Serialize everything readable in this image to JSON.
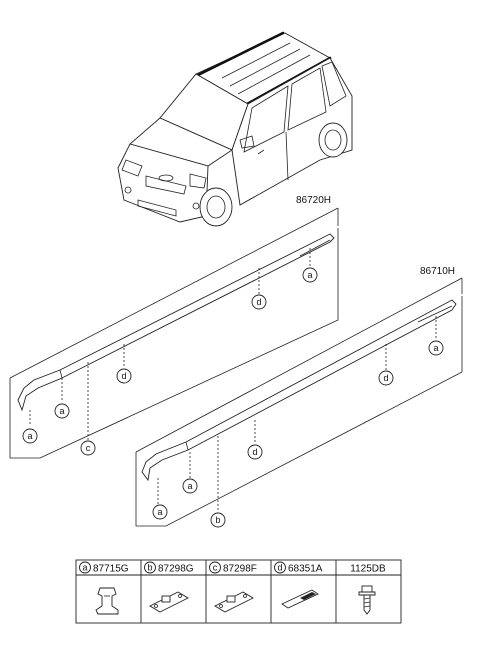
{
  "assemblies": [
    {
      "part_no": "86720H"
    },
    {
      "part_no": "86710H"
    }
  ],
  "callouts": {
    "a": "a",
    "b": "b",
    "c": "c",
    "d": "d"
  },
  "parts_table": [
    {
      "letter": "a",
      "part_no": "87715G",
      "icon": "clip-icon"
    },
    {
      "letter": "b",
      "part_no": "87298G",
      "icon": "bracket-icon"
    },
    {
      "letter": "c",
      "part_no": "87298F",
      "icon": "bracket-icon"
    },
    {
      "letter": "d",
      "part_no": "68351A",
      "icon": "tape-icon"
    },
    {
      "letter": "",
      "part_no": "1125DB",
      "icon": "screw-icon"
    }
  ]
}
